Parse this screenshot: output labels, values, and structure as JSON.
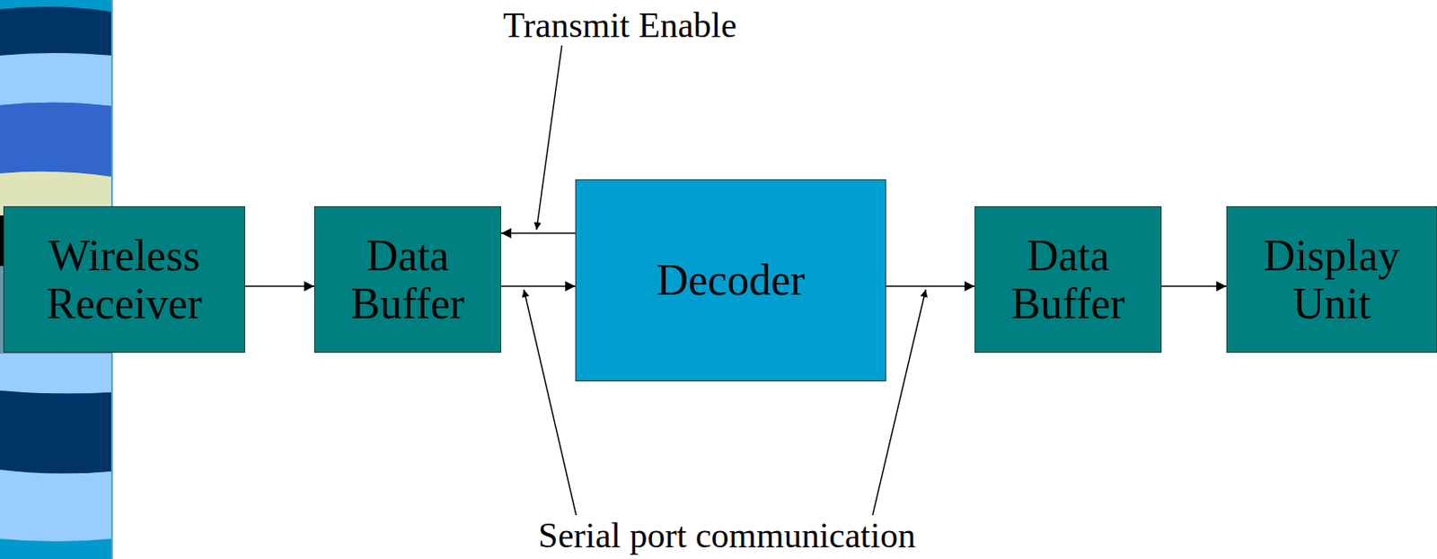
{
  "diagram": {
    "nodes": [
      {
        "text": [
          "Wireless Receiver"
        ]
      },
      {
        "text": [
          "Data Buffer"
        ]
      },
      {
        "text": [
          "Decoder"
        ]
      },
      {
        "text": [
          "Data Buffer"
        ]
      },
      {
        "text": [
          "Display Unit"
        ]
      }
    ],
    "edges": [
      {
        "from": 0,
        "to": 1,
        "arrow": "to"
      },
      {
        "from": 1,
        "to": 2,
        "arrow": "to"
      },
      {
        "from": 2,
        "to": 1,
        "arrow": "to"
      },
      {
        "from": 2,
        "to": 3,
        "arrow": "to"
      },
      {
        "from": 3,
        "to": 4,
        "arrow": "to"
      }
    ],
    "labels": [
      "Transmit Enable",
      "Serial port communication"
    ]
  }
}
